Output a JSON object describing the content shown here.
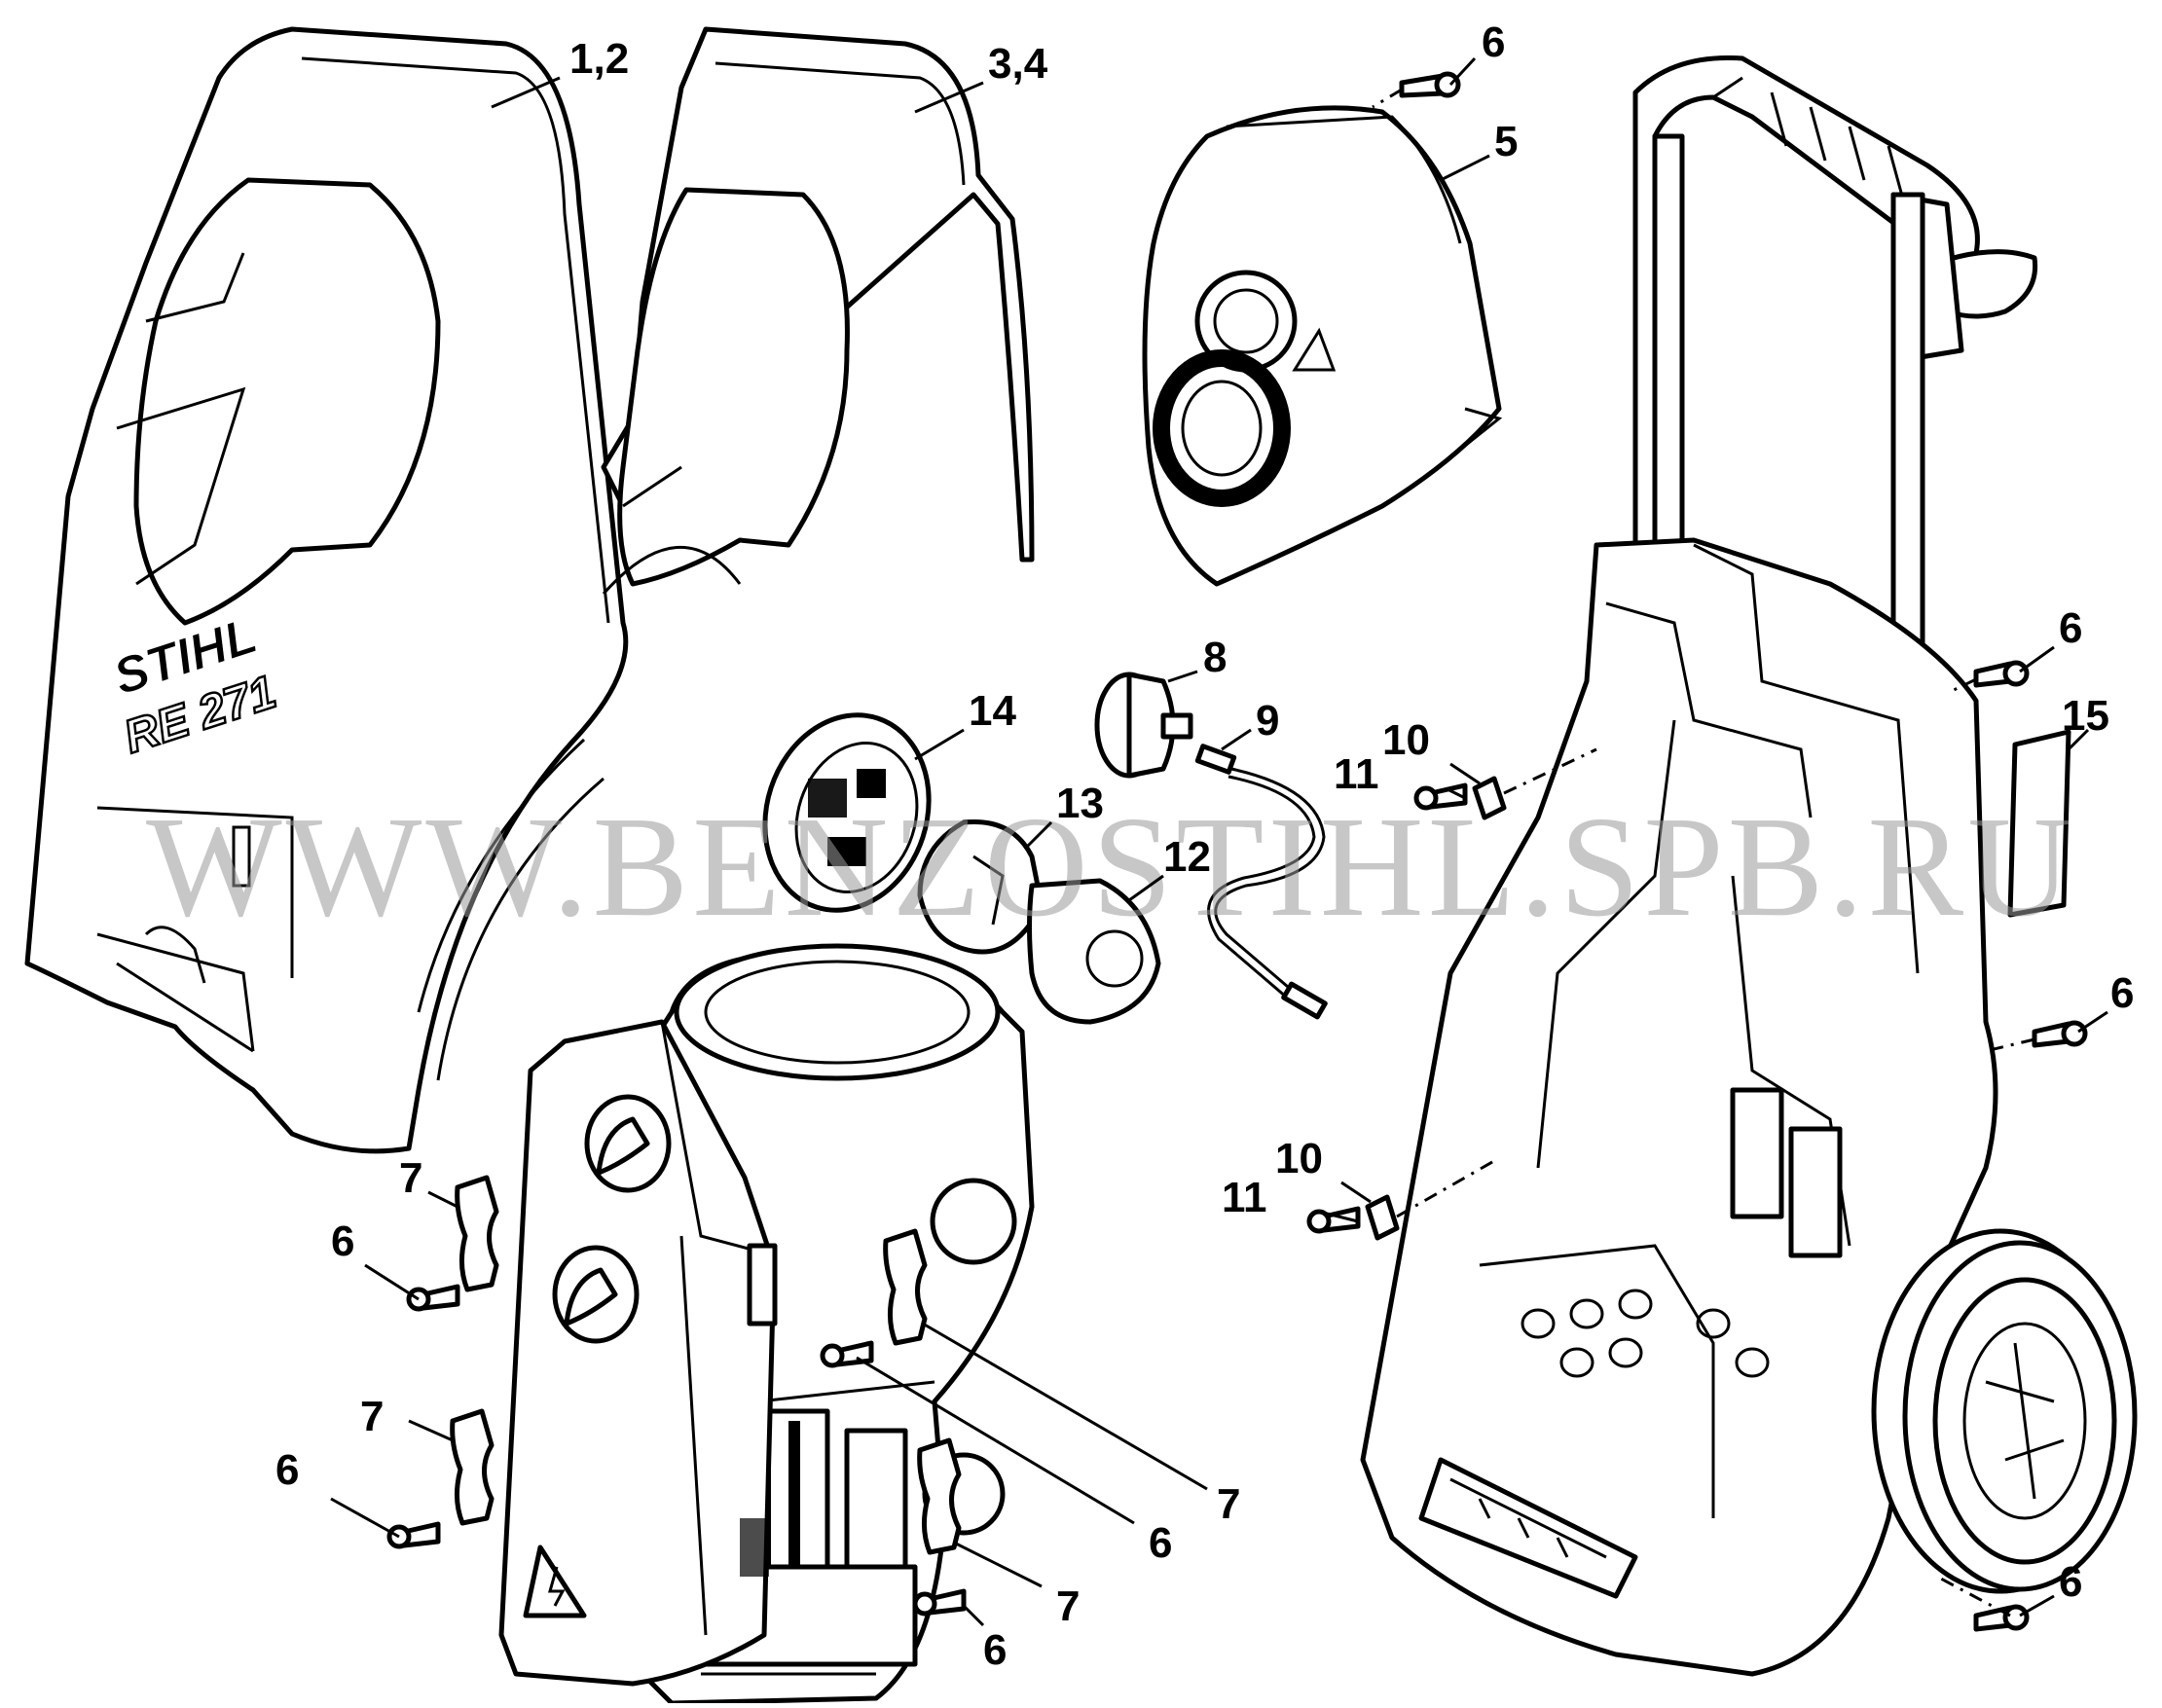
{
  "diagram": {
    "brand_logo": "STIHL",
    "model_logo": "RE 271",
    "watermark": "WWW.BENZOSTIHL.SPB.RU",
    "callouts": {
      "c12": "1,2",
      "c34": "3,4",
      "c5": "5",
      "c6": "6",
      "c7": "7",
      "c8": "8",
      "c9": "9",
      "c10": "10",
      "c11": "11",
      "c12b": "12",
      "c13": "13",
      "c14": "14",
      "c15": "15"
    }
  }
}
